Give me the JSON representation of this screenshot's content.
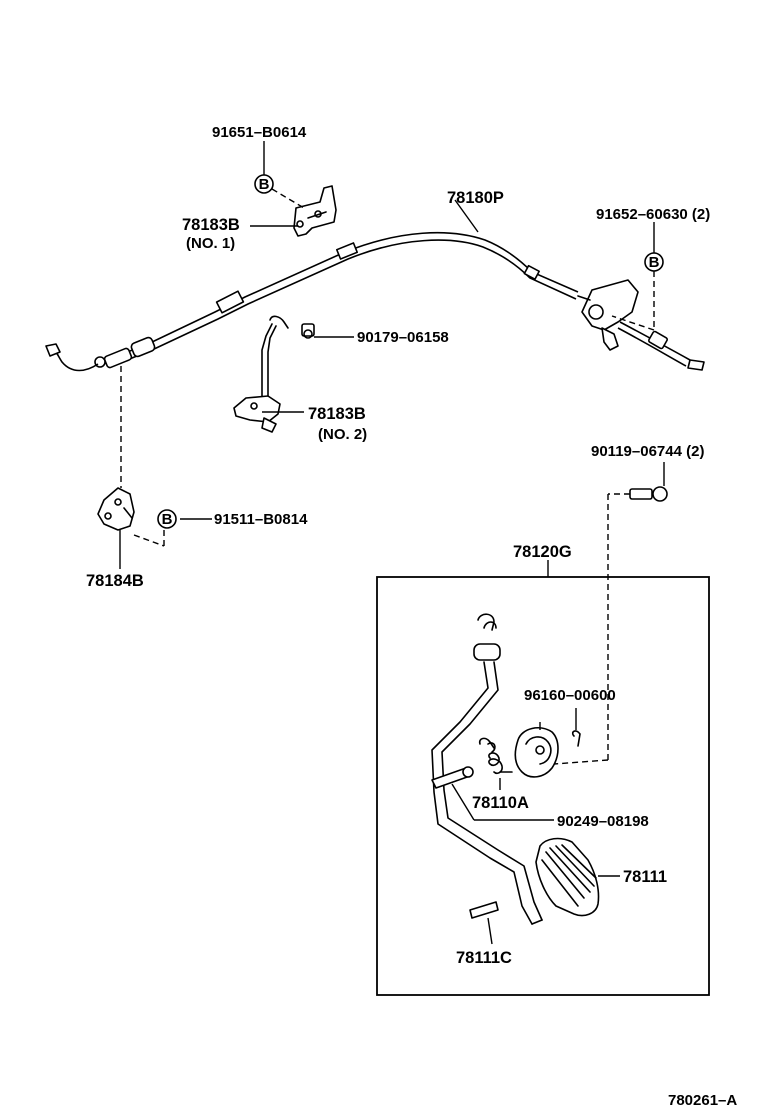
{
  "labels": {
    "p_91651": "91651–B0614",
    "p_78183B_1": "78183B",
    "p_78183B_1_sub": "(NO. 1)",
    "p_78180P": "78180P",
    "p_91652": "91652–60630 (2)",
    "p_90179": "90179–06158",
    "p_78183B_2": "78183B",
    "p_78183B_2_sub": "(NO. 2)",
    "p_90119": "90119–06744 (2)",
    "p_91511": "91511–B0814",
    "p_78184B": "78184B",
    "p_78120G": "78120G",
    "p_96160": "96160–00600",
    "p_78110A": "78110A",
    "p_90249": "90249–08198",
    "p_78111": "78111",
    "p_78111C": "78111C",
    "footer_code": "780261–A"
  },
  "callout_marker": "B"
}
